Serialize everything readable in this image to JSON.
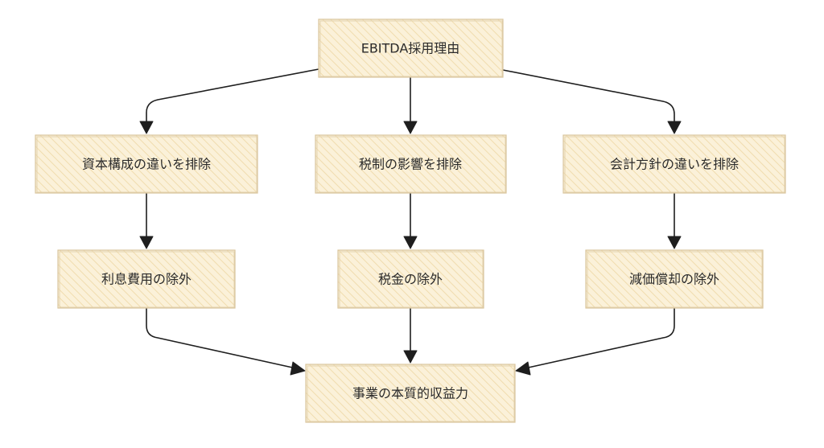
{
  "diagram": {
    "nodes": {
      "root": "EBITDA採用理由",
      "capital": "資本構成の違いを排除",
      "tax_effect": "税制の影響を排除",
      "accounting": "会計方針の違いを排除",
      "interest": "利息費用の除外",
      "tax": "税金の除外",
      "depreciation": "減価償却の除外",
      "result": "事業の本質的収益力"
    },
    "edges": [
      {
        "from": "root",
        "to": "capital"
      },
      {
        "from": "root",
        "to": "tax_effect"
      },
      {
        "from": "root",
        "to": "accounting"
      },
      {
        "from": "capital",
        "to": "interest"
      },
      {
        "from": "tax_effect",
        "to": "tax"
      },
      {
        "from": "accounting",
        "to": "depreciation"
      },
      {
        "from": "interest",
        "to": "result"
      },
      {
        "from": "tax",
        "to": "result"
      },
      {
        "from": "depreciation",
        "to": "result"
      }
    ],
    "colors": {
      "node_fill": "#fbf1d9",
      "node_hatch": "#efd9a8",
      "node_border": "#d9c49c",
      "edge": "#1e1e1e",
      "text": "#2b2b2b"
    }
  }
}
